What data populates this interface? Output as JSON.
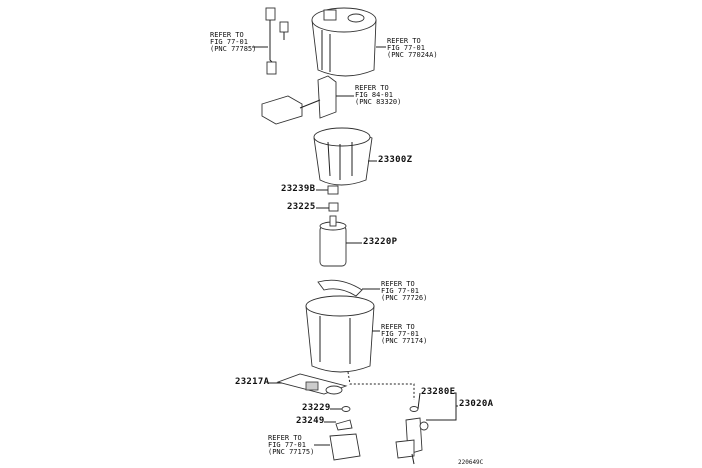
{
  "diagram": {
    "references": [
      {
        "line1": "REFER TO",
        "line2": "FIG 77-01",
        "line3": "(PNC 77785)"
      },
      {
        "line1": "REFER TO",
        "line2": "FIG 77-01",
        "line3": "(PNC 77024A)"
      },
      {
        "line1": "REFER TO",
        "line2": "FIG 84-01",
        "line3": "(PNC 83320)"
      },
      {
        "line1": "REFER TO",
        "line2": "FIG 77-01",
        "line3": "(PNC 77726)"
      },
      {
        "line1": "REFER TO",
        "line2": "FIG 77-01",
        "line3": "(PNC 77174)"
      },
      {
        "line1": "REFER TO",
        "line2": "FIG 77-01",
        "line3": "(PNC 77175)"
      }
    ],
    "parts": {
      "p23300Z": "23300Z",
      "p23239B": "23239B",
      "p23225": "23225",
      "p23220P": "23220P",
      "p23217A": "23217A",
      "p23280E": "23280E",
      "p23020A": "23020A",
      "p23229": "23229",
      "p23249": "23249"
    },
    "figure_code": "220649C"
  }
}
